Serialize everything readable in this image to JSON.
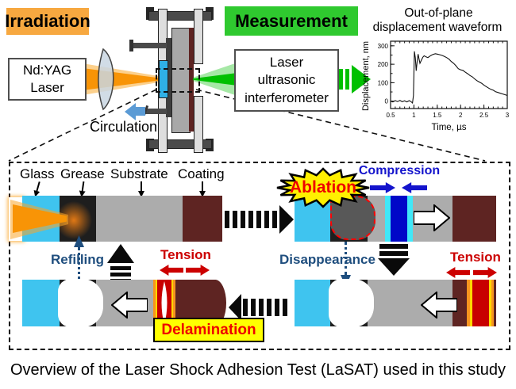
{
  "top": {
    "irradiation_label": "Irradiation",
    "measurement_label": "Measurement",
    "laser_box": {
      "line1": "Nd:YAG",
      "line2": "Laser"
    },
    "interferometer_box": {
      "line1": "Laser",
      "line2": "ultrasonic",
      "line3": "interferometer"
    },
    "circulation_label": "Circulation"
  },
  "chart_data": {
    "type": "line",
    "title_line1": "Out-of-plane",
    "title_line2": "displacement waveform",
    "xlabel": "Time, µs",
    "ylabel": "Displacement, nm",
    "xlim": [
      0.5,
      3
    ],
    "ylim": [
      -40,
      325
    ],
    "xticks": [
      0.5,
      1,
      1.5,
      2,
      2.5,
      3
    ],
    "yticks": [
      0,
      100,
      200,
      300
    ],
    "grid": false,
    "legend": "none",
    "series": [
      {
        "name": "displacement",
        "x": [
          0.5,
          0.55,
          0.6,
          0.65,
          0.7,
          0.75,
          0.8,
          0.85,
          0.9,
          0.94,
          0.97,
          0.99,
          1.0,
          1.01,
          1.03,
          1.05,
          1.07,
          1.09,
          1.11,
          1.13,
          1.16,
          1.19,
          1.22,
          1.26,
          1.3,
          1.34,
          1.38,
          1.42,
          1.46,
          1.5,
          1.55,
          1.6,
          1.65,
          1.7,
          1.75,
          1.8,
          1.85,
          1.9,
          1.95,
          2.0,
          2.05,
          2.1,
          2.15,
          2.2,
          2.25,
          2.3,
          2.35,
          2.4,
          2.45,
          2.5,
          2.55,
          2.6,
          2.65,
          2.7,
          2.75,
          2.8,
          2.85,
          2.9,
          2.95,
          3.0
        ],
        "y": [
          0,
          -4,
          3,
          -2,
          4,
          -3,
          2,
          -4,
          3,
          -3,
          -10,
          30,
          150,
          270,
          235,
          165,
          215,
          255,
          228,
          205,
          222,
          238,
          246,
          240,
          236,
          244,
          250,
          254,
          257,
          255,
          252,
          248,
          243,
          236,
          228,
          215,
          205,
          192,
          176,
          170,
          167,
          157,
          149,
          139,
          132,
          121,
          111,
          104,
          97,
          87,
          79,
          71,
          64,
          59,
          51,
          47,
          43,
          39,
          35,
          31
        ]
      }
    ]
  },
  "panels": {
    "layer_labels": [
      "Glass",
      "Grease",
      "Substrate",
      "Coating"
    ],
    "ablation_label": "Ablation",
    "compression_label": "Compression",
    "tension_label_left": "Tension",
    "tension_label_right": "Tension",
    "refilling_label": "Refilling",
    "disappearance_label": "Disappearance",
    "delamination_label": "Delamination"
  },
  "caption": "Overview of the Laser Shock Adhesion Test (LaSAT) used in this study",
  "colors": {
    "irradiation_bg": "#F7A840",
    "measurement_bg": "#2FC92F",
    "beam_orange": "#F89406",
    "beam_green": "#00C000",
    "circulation_blue": "#5B9BD5",
    "glass_cyan": "#3FC4EF",
    "grease_black": "#1E1E1E",
    "substrate_gray": "#ACACAC",
    "coating_red": "#5E2422",
    "compression_blue": "#0008C8",
    "stripe_cyan": "#40E8F8",
    "tension_red": "#CC0000",
    "zone_red": "#C80000",
    "stripe_orange": "#F7941E",
    "stripe_yellow": "#FFD800",
    "label_blue": "#1F4E7E",
    "compression_text_blue": "#1414CC",
    "starburst_yellow": "#FFF000",
    "hot_text_red": "#EE0000",
    "delamination_bg": "#FFFF00"
  }
}
